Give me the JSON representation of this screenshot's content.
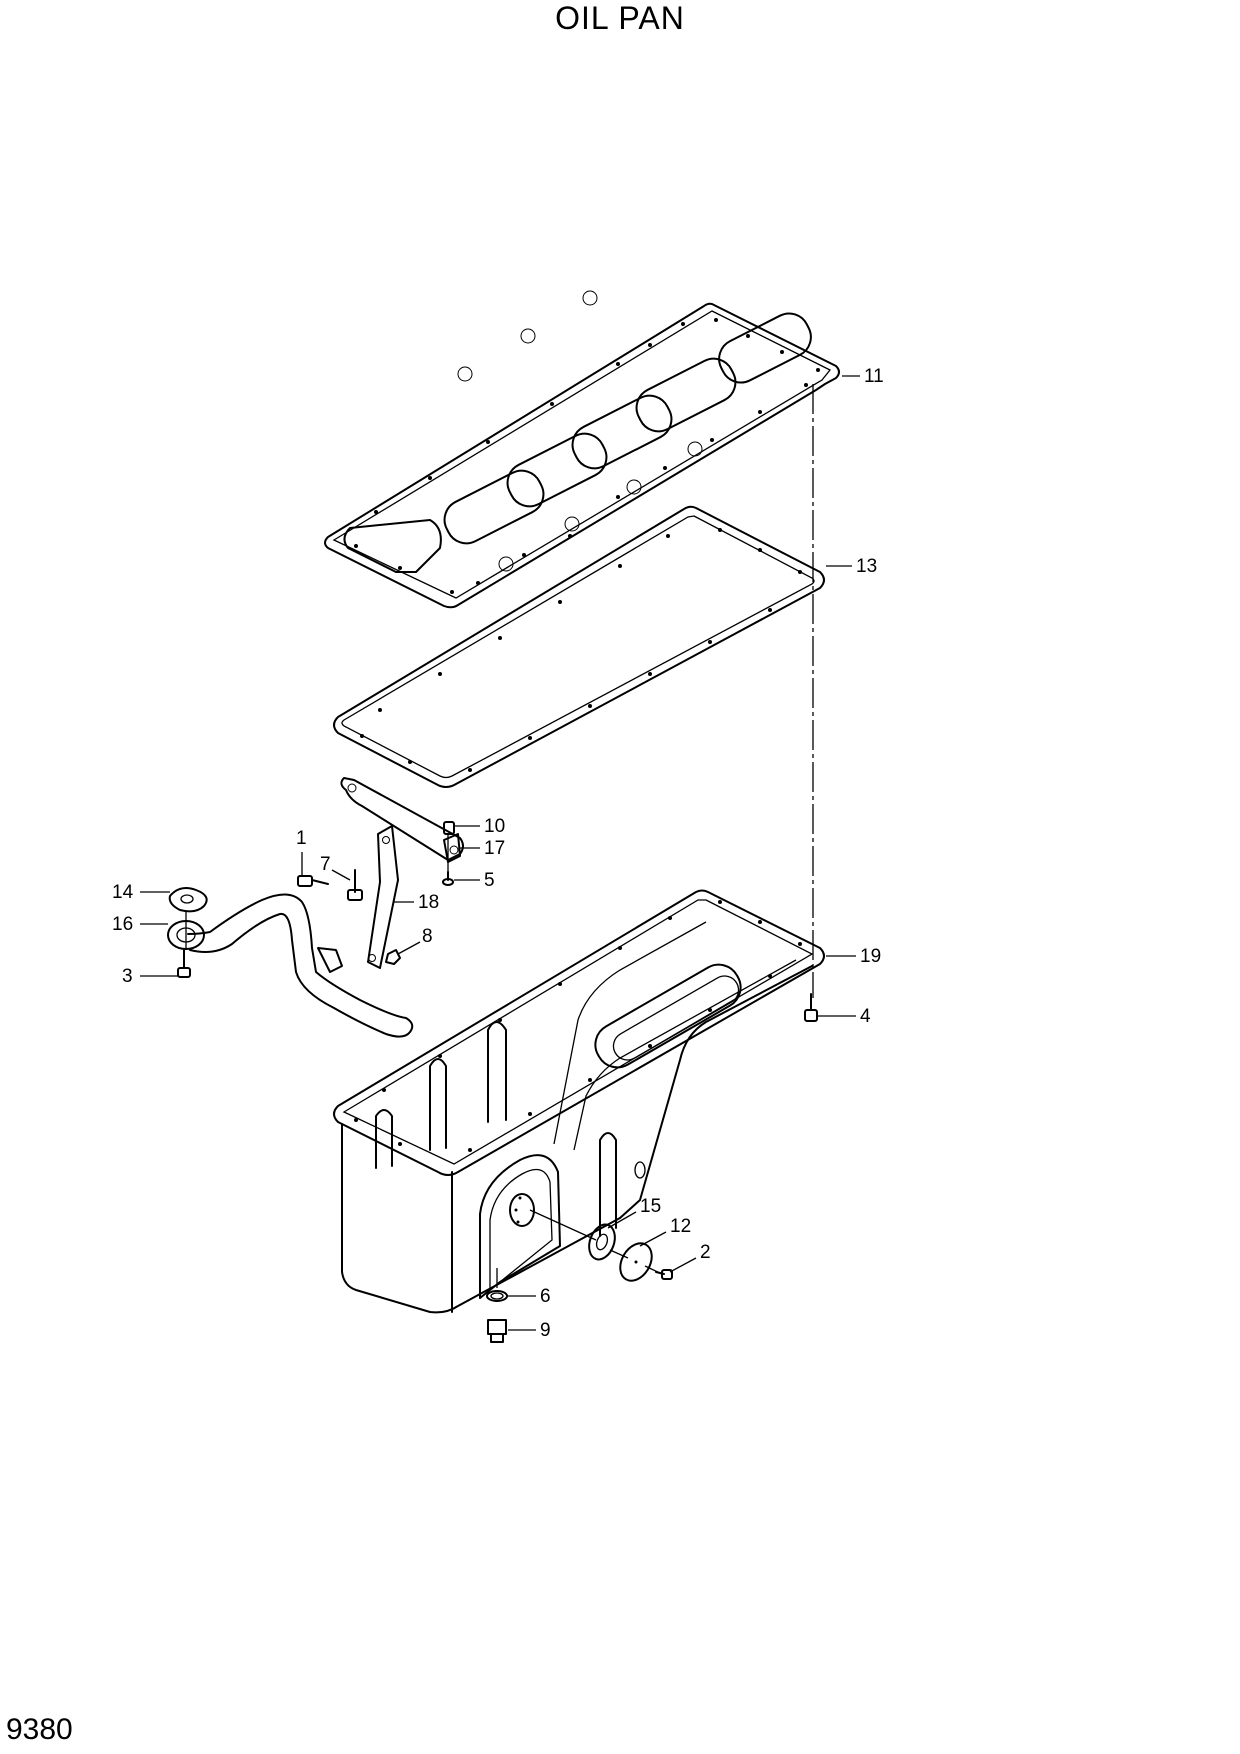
{
  "title": "OIL PAN",
  "page_number": "9380",
  "callouts": [
    {
      "id": "c1",
      "label": "1"
    },
    {
      "id": "c2",
      "label": "2"
    },
    {
      "id": "c3",
      "label": "3"
    },
    {
      "id": "c4",
      "label": "4"
    },
    {
      "id": "c5",
      "label": "5"
    },
    {
      "id": "c6",
      "label": "6"
    },
    {
      "id": "c7",
      "label": "7"
    },
    {
      "id": "c8",
      "label": "8"
    },
    {
      "id": "c9",
      "label": "9"
    },
    {
      "id": "c10",
      "label": "10"
    },
    {
      "id": "c11",
      "label": "11"
    },
    {
      "id": "c12",
      "label": "12"
    },
    {
      "id": "c13",
      "label": "13"
    },
    {
      "id": "c14",
      "label": "14"
    },
    {
      "id": "c15",
      "label": "15"
    },
    {
      "id": "c16",
      "label": "16"
    },
    {
      "id": "c17",
      "label": "17"
    },
    {
      "id": "c18",
      "label": "18"
    },
    {
      "id": "c19",
      "label": "19"
    }
  ]
}
